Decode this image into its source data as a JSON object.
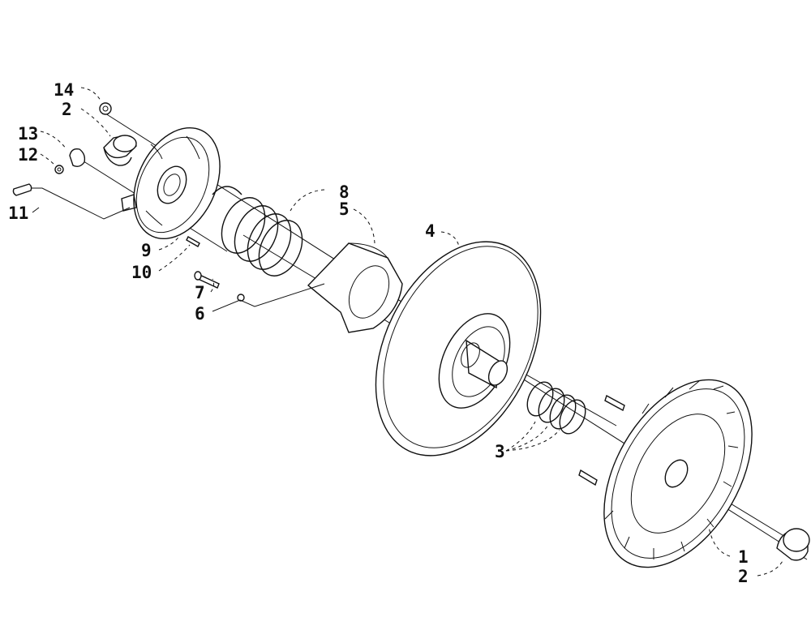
{
  "callouts": {
    "c14": "14",
    "c2_top": "2",
    "c13": "13",
    "c12": "12",
    "c11": "11",
    "c9": "9",
    "c10": "10",
    "c7": "7",
    "c6": "6",
    "c8": "8",
    "c5": "5",
    "c4": "4",
    "c3": "3",
    "c1": "1",
    "c2_bottom": "2"
  }
}
